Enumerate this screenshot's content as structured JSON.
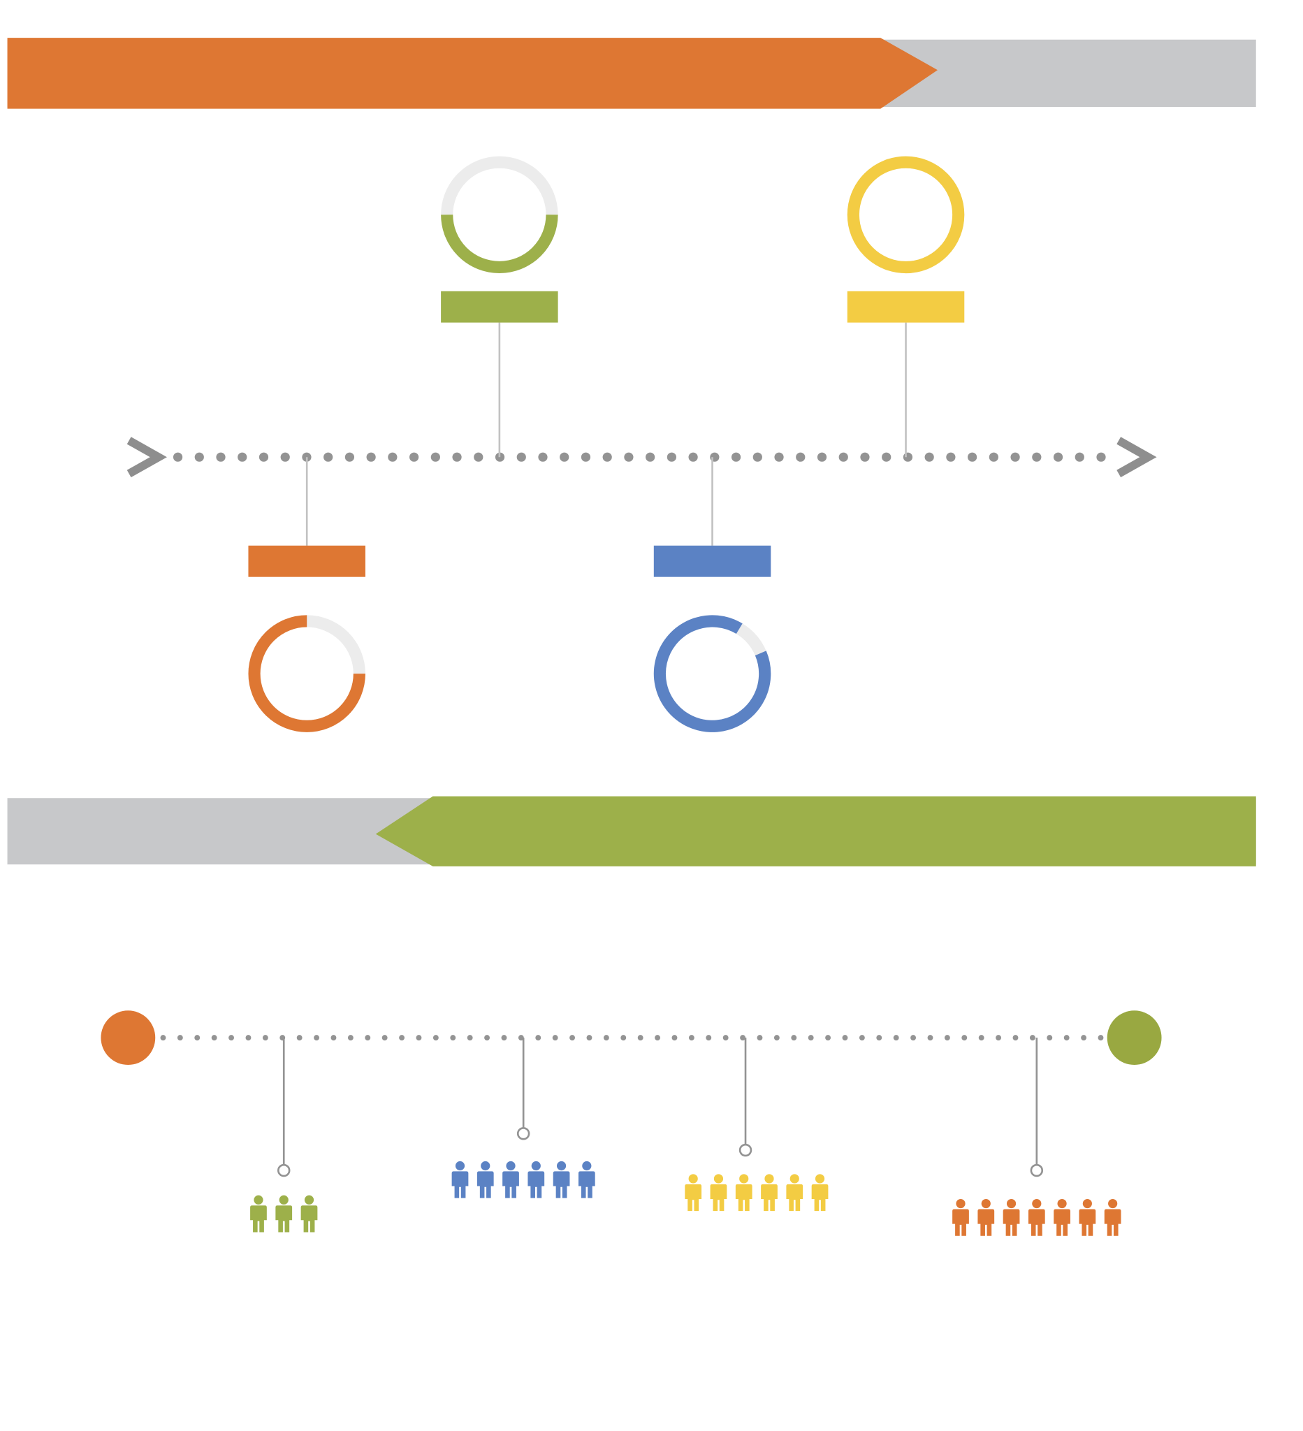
{
  "colors": {
    "orange": "#DE7733",
    "green": "#9DB04A",
    "yellow": "#F3CC43",
    "blue": "#5B82C4",
    "gray_bar": "#C7C8CA",
    "ring_track": "#ECECEC",
    "dots": "#939393",
    "connector": "#C2C2C2",
    "chevron": "#8E8E8E",
    "green_end_dot": "#99A841"
  },
  "top_progress_bar": {
    "fill_fraction": 0.745,
    "fill_color_key": "orange",
    "direction": "left-to-right"
  },
  "bottom_progress_bar": {
    "fill_fraction": 0.705,
    "fill_color_key": "green",
    "direction": "right-to-left"
  },
  "milestone_timeline": {
    "start_icon": "chevron-right-icon",
    "end_icon": "chevron-right-icon",
    "milestones": [
      {
        "color_key": "orange",
        "side": "below",
        "ring_progress": 0.75
      },
      {
        "color_key": "green",
        "side": "above",
        "ring_progress": 0.5
      },
      {
        "color_key": "blue",
        "side": "below",
        "ring_progress": 0.9
      },
      {
        "color_key": "yellow",
        "side": "above",
        "ring_progress": 1.0
      }
    ]
  },
  "people_timeline": {
    "start_dot_color_key": "orange",
    "end_dot_color_key": "green_end_dot",
    "groups": [
      {
        "color_key": "green",
        "people_count": 3,
        "icon": "person-icon"
      },
      {
        "color_key": "blue",
        "people_count": 6,
        "icon": "person-icon"
      },
      {
        "color_key": "yellow",
        "people_count": 6,
        "icon": "person-icon"
      },
      {
        "color_key": "orange",
        "people_count": 7,
        "icon": "person-icon"
      }
    ]
  }
}
